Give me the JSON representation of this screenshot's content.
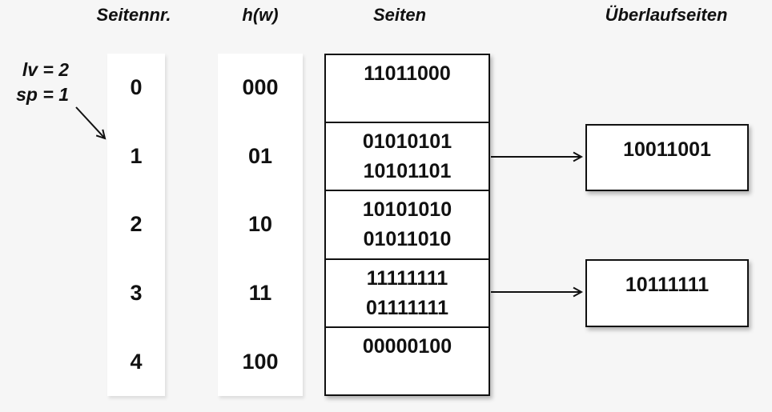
{
  "colors": {
    "background": "#f6f6f6",
    "box_fill": "#ffffff",
    "line_and_text": "#111111"
  },
  "headers": {
    "page_no": "Seitennr.",
    "hash": "h(w)",
    "pages": "Seiten",
    "overflow": "Überlaufseiten"
  },
  "annotation": {
    "level": "lv = 2",
    "split_pointer": "sp = 1"
  },
  "rows": [
    {
      "page_no": "0",
      "hash": "000",
      "entries": [
        "11011000"
      ]
    },
    {
      "page_no": "1",
      "hash": "01",
      "entries": [
        "01010101",
        "10101101"
      ],
      "overflow": "10011001"
    },
    {
      "page_no": "2",
      "hash": "10",
      "entries": [
        "10101010",
        "01011010"
      ]
    },
    {
      "page_no": "3",
      "hash": "11",
      "entries": [
        "11111111",
        "01111111"
      ],
      "overflow": "10111111"
    },
    {
      "page_no": "4",
      "hash": "100",
      "entries": [
        "00000100"
      ]
    }
  ],
  "arrows": {
    "split_pointer_points_to_row": "1",
    "overflow_linked_rows": [
      "1",
      "3"
    ]
  }
}
